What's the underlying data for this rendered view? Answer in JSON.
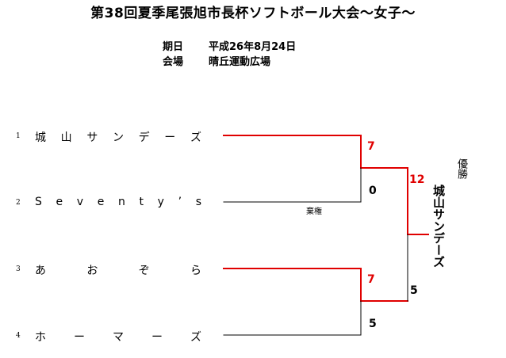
{
  "title": "第38回夏季尾張旭市長杯ソフトボール大会〜女子〜",
  "info": {
    "date_label": "期日",
    "date_value": "平成26年8月24日",
    "venue_label": "会場",
    "venue_value": "晴丘運動広場"
  },
  "teams": [
    {
      "seed": "1",
      "name": [
        "城",
        "山",
        "サ",
        "ン",
        "デ",
        "ー",
        "ズ"
      ]
    },
    {
      "seed": "2",
      "name": [
        "S",
        "e",
        "v",
        "e",
        "n",
        "t",
        "y",
        "’",
        "s"
      ]
    },
    {
      "seed": "3",
      "name": [
        "あ",
        "お",
        "ぞ",
        "ら"
      ]
    },
    {
      "seed": "4",
      "name": [
        "ホ",
        "ー",
        "マ",
        "ー",
        "ズ"
      ]
    }
  ],
  "matches": {
    "m1": {
      "winner_score": "7",
      "loser_score": "0",
      "note": "棄権"
    },
    "m2": {
      "winner_score": "7",
      "loser_score": "5"
    },
    "final": {
      "winner_score": "12",
      "loser_score": "5"
    }
  },
  "champion": {
    "label": "優勝",
    "name": "城山サンデーズ"
  },
  "colors": {
    "winner_line": "#e00000",
    "line": "#000000"
  }
}
